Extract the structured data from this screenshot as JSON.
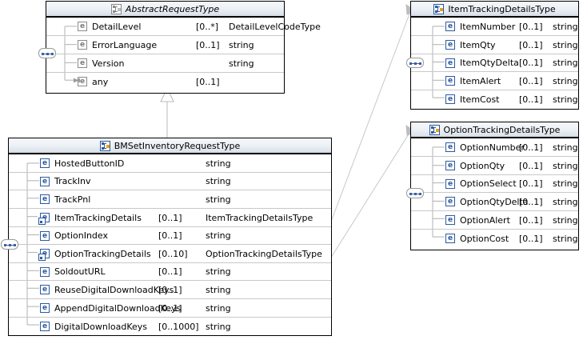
{
  "diagram": {
    "kind": "xml-schema-complextype-diagram",
    "background": "#ffffff",
    "colors": {
      "border": "#000000",
      "row_divider": "#c9c9c9",
      "header_gradient_top": "#f4f7fb",
      "header_gradient_bottom": "#d2d9e2",
      "element_icon_blue": "#2c5aa0",
      "element_icon_gray": "#8a8a8a",
      "connector_line": "#c0c0c0",
      "accent_yellow": "#e8a317"
    }
  },
  "boxes": {
    "abstract_request": {
      "title": "AbstractRequestType",
      "title_italic": true,
      "header_icon": "complextype-icon",
      "abstract": true,
      "columns": [
        "name",
        "cardinality",
        "type"
      ],
      "rows": [
        {
          "icon": "element-icon",
          "name": "DetailLevel",
          "cardinality": "[0..*]",
          "type": "DetailLevelCodeType"
        },
        {
          "icon": "element-icon",
          "name": "ErrorLanguage",
          "cardinality": "[0..1]",
          "type": "string"
        },
        {
          "icon": "element-icon",
          "name": "Version",
          "cardinality": "",
          "type": "string"
        },
        {
          "icon": "any-element-icon",
          "name": "any",
          "cardinality": "[0..1]",
          "type": ""
        }
      ]
    },
    "bmset_inventory_request": {
      "title": "BMSetInventoryRequestType",
      "title_italic": false,
      "header_icon": "complextype-icon",
      "abstract": false,
      "columns": [
        "name",
        "cardinality",
        "type"
      ],
      "rows": [
        {
          "icon": "element-icon",
          "name": "HostedButtonID",
          "cardinality": "",
          "type": "string"
        },
        {
          "icon": "element-icon",
          "name": "TrackInv",
          "cardinality": "",
          "type": "string"
        },
        {
          "icon": "element-icon",
          "name": "TrackPnl",
          "cardinality": "",
          "type": "string"
        },
        {
          "icon": "element-ref-icon",
          "name": "ItemTrackingDetails",
          "cardinality": "[0..1]",
          "type": "ItemTrackingDetailsType"
        },
        {
          "icon": "element-icon",
          "name": "OptionIndex",
          "cardinality": "[0..1]",
          "type": "string"
        },
        {
          "icon": "element-ref-icon",
          "name": "OptionTrackingDetails",
          "cardinality": "[0..10]",
          "type": "OptionTrackingDetailsType"
        },
        {
          "icon": "element-icon",
          "name": "SoldoutURL",
          "cardinality": "[0..1]",
          "type": "string"
        },
        {
          "icon": "element-icon",
          "name": "ReuseDigitalDownloadKeys",
          "cardinality": "[0..1]",
          "type": "string"
        },
        {
          "icon": "element-icon",
          "name": "AppendDigitalDownloadKeys",
          "cardinality": "[0..1]",
          "type": "string"
        },
        {
          "icon": "element-icon",
          "name": "DigitalDownloadKeys",
          "cardinality": "[0..1000]",
          "type": "string"
        }
      ]
    },
    "item_tracking_details": {
      "title": "ItemTrackingDetailsType",
      "title_italic": false,
      "header_icon": "complextype-icon",
      "abstract": false,
      "columns": [
        "name",
        "cardinality",
        "type"
      ],
      "rows": [
        {
          "icon": "element-icon",
          "name": "ItemNumber",
          "cardinality": "[0..1]",
          "type": "string"
        },
        {
          "icon": "element-icon",
          "name": "ItemQty",
          "cardinality": "[0..1]",
          "type": "string"
        },
        {
          "icon": "element-icon",
          "name": "ItemQtyDelta",
          "cardinality": "[0..1]",
          "type": "string"
        },
        {
          "icon": "element-icon",
          "name": "ItemAlert",
          "cardinality": "[0..1]",
          "type": "string"
        },
        {
          "icon": "element-icon",
          "name": "ItemCost",
          "cardinality": "[0..1]",
          "type": "string"
        }
      ]
    },
    "option_tracking_details": {
      "title": "OptionTrackingDetailsType",
      "title_italic": false,
      "header_icon": "complextype-icon",
      "abstract": false,
      "columns": [
        "name",
        "cardinality",
        "type"
      ],
      "rows": [
        {
          "icon": "element-icon",
          "name": "OptionNumber",
          "cardinality": "[0..1]",
          "type": "string"
        },
        {
          "icon": "element-icon",
          "name": "OptionQty",
          "cardinality": "[0..1]",
          "type": "string"
        },
        {
          "icon": "element-icon",
          "name": "OptionSelect",
          "cardinality": "[0..1]",
          "type": "string"
        },
        {
          "icon": "element-icon",
          "name": "OptionQtyDelta",
          "cardinality": "[0..1]",
          "type": "string"
        },
        {
          "icon": "element-icon",
          "name": "OptionAlert",
          "cardinality": "[0..1]",
          "type": "string"
        },
        {
          "icon": "element-icon",
          "name": "OptionCost",
          "cardinality": "[0..1]",
          "type": "string"
        }
      ]
    }
  },
  "connectors": [
    {
      "name": "inheritance",
      "from": "bmset_inventory_request",
      "to": "abstract_request",
      "style": "hollow-triangle"
    },
    {
      "name": "reference-item-tracking",
      "from": "ItemTrackingDetails",
      "to": "item_tracking_details",
      "style": "arrow"
    },
    {
      "name": "reference-option-tracking",
      "from": "OptionTrackingDetails",
      "to": "option_tracking_details",
      "style": "arrow"
    }
  ]
}
